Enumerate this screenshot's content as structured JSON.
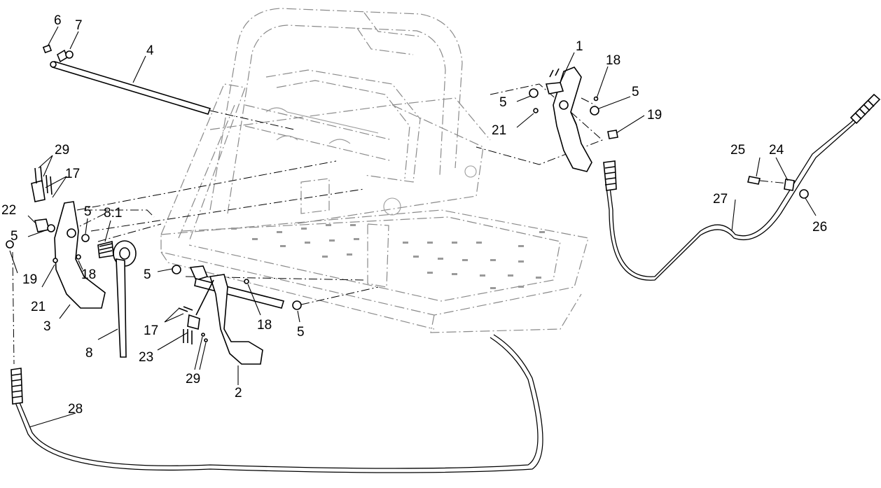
{
  "diagram": {
    "type": "exploded-parts-diagram",
    "callouts": {
      "c1": "1",
      "c2": "2",
      "c3": "3",
      "c4": "4",
      "c5a": "5",
      "c5b": "5",
      "c5c": "5",
      "c5d": "5",
      "c5e": "5",
      "c5f": "5",
      "c6": "6",
      "c7": "7",
      "c8": "8",
      "c8_1": "8:1",
      "c17a": "17",
      "c17b": "17",
      "c18a": "18",
      "c18b": "18",
      "c18c": "18",
      "c19a": "19",
      "c19b": "19",
      "c21a": "21",
      "c21b": "21",
      "c22": "22",
      "c23": "23",
      "c24": "24",
      "c25": "25",
      "c26": "26",
      "c27": "27",
      "c28": "28",
      "c29a": "29",
      "c29b": "29"
    }
  }
}
